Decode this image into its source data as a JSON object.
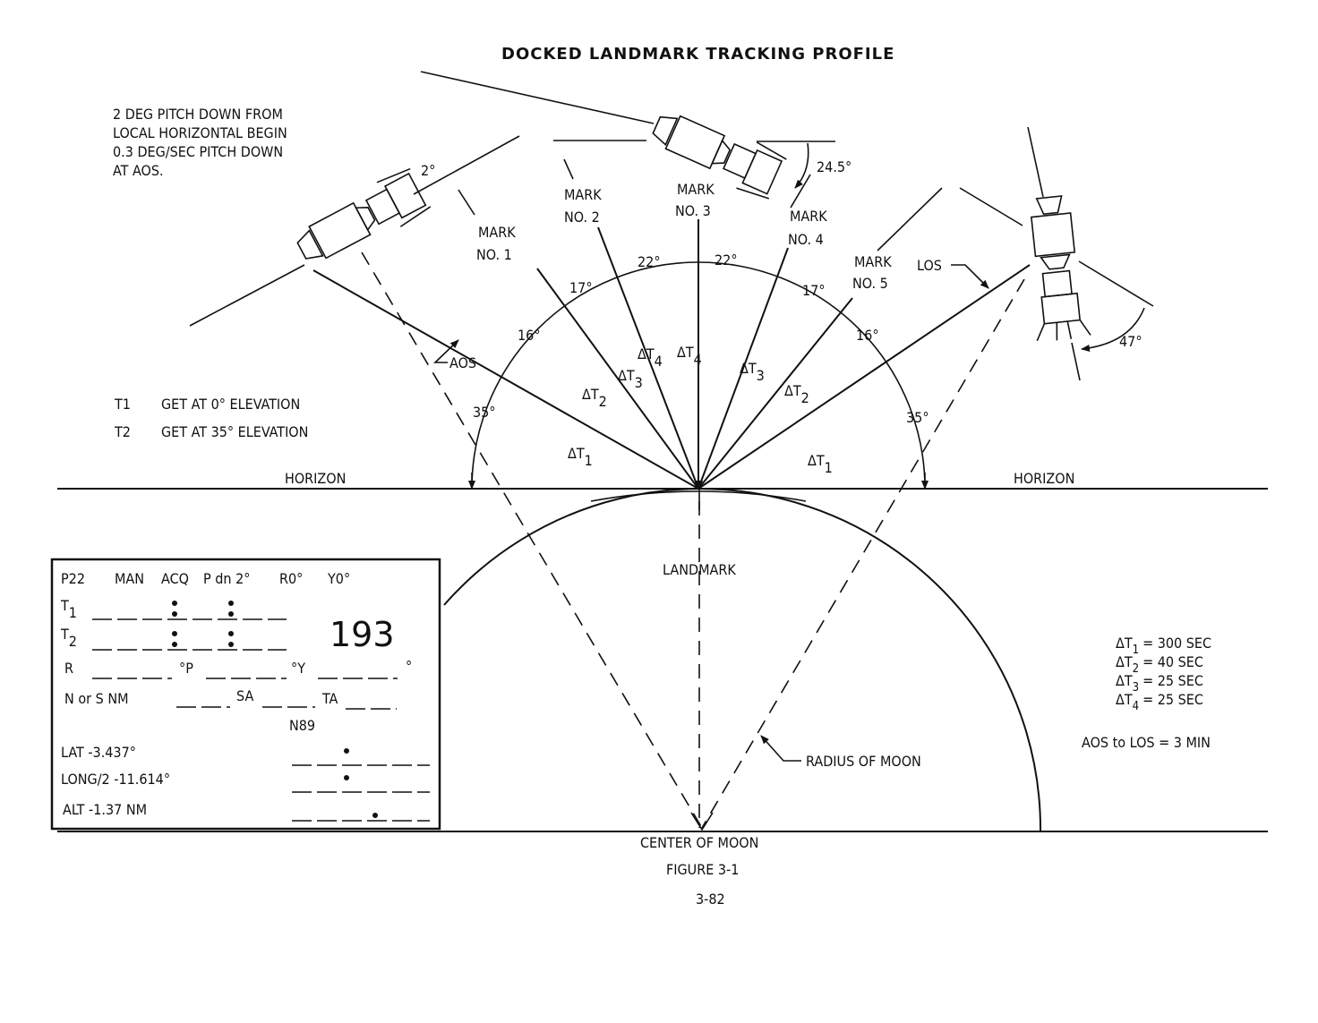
{
  "title": "DOCKED LANDMARK TRACKING PROFILE",
  "note": [
    "2 DEG PITCH DOWN FROM",
    "LOCAL HORIZONTAL BEGIN",
    "0.3 DEG/SEC PITCH DOWN",
    "AT AOS."
  ],
  "legend": {
    "t1": {
      "label": "T1",
      "text": "GET AT 0° ELEVATION"
    },
    "t2": {
      "label": "T2",
      "text": "GET AT 35° ELEVATION"
    }
  },
  "marks": [
    "MARK",
    "NO. 1",
    "NO. 2",
    "NO. 3",
    "NO. 4",
    "NO. 5"
  ],
  "labels": {
    "horizon": "HORIZON",
    "landmark": "LANDMARK",
    "los": "LOS",
    "aos": "AOS",
    "radius": "RADIUS OF MOON",
    "center": "CENTER OF MOON",
    "figure": "FIGURE 3-1",
    "page": "3-82"
  },
  "angles": {
    "a2": "2°",
    "a24": "24.5°",
    "a47": "47°",
    "a35": "35°",
    "a16": "16°",
    "a17": "17°",
    "a22": "22°"
  },
  "deltas": {
    "sym": "ΔT",
    "s1": "1",
    "s2": "2",
    "s3": "3",
    "s4": "4"
  },
  "timing": {
    "rows": [
      {
        "sub": "1",
        "value": "= 300 SEC"
      },
      {
        "sub": "2",
        "value": "=  40 SEC"
      },
      {
        "sub": "3",
        "value": "=  25 SEC"
      },
      {
        "sub": "4",
        "value": "=  25 SEC"
      }
    ],
    "aos_los": "AOS  to LOS = 3 MIN"
  },
  "card": {
    "header": [
      "P22",
      "MAN",
      "ACQ",
      "P dn 2°",
      "R0°",
      "Y0°"
    ],
    "t1": "T",
    "t1sub": "1",
    "t2": "T",
    "t2sub": "2",
    "number": "193",
    "r": "R",
    "p": "°P",
    "y": "°Y",
    "deg": "°",
    "nors": "N or S NM",
    "sa": "SA",
    "ta": "TA",
    "noun": "N89",
    "lat": "LAT -3.437°",
    "long": "LONG/2 -11.614°",
    "alt": "ALT -1.37 NM"
  }
}
